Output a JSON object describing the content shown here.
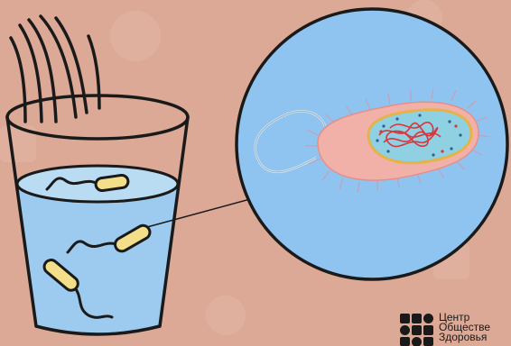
{
  "colors": {
    "background": "#dca996",
    "water": "#9dcbef",
    "circle_fill": "#8ec4ef",
    "outline": "#1a1a1a",
    "bacterium_yellow": "#f3df8a",
    "cell_wall": "#f2b1a8",
    "cytoplasm": "#8fd0e2",
    "dna": "#d8363a"
  },
  "icons": {
    "logo_mark": "ministry-center-logo-icon"
  },
  "logo": {
    "line1": "Центр",
    "line2": "Обществе",
    "line3": "Здоровья"
  }
}
